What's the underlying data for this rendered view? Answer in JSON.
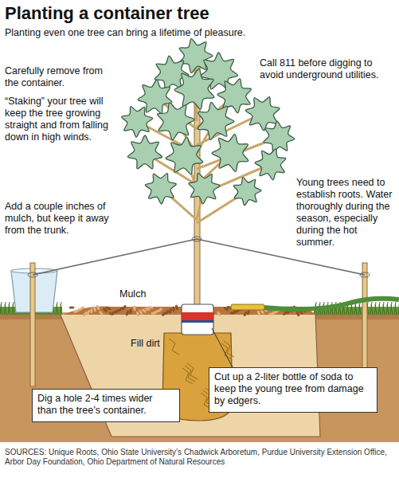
{
  "diagram": {
    "title": "Planting a container tree",
    "nodes": [
      {
        "text": [
          "Dig a hole 2-4 times wider than the tree’s container."
        ]
      },
      {
        "text": [
          "Cut up a 2-liter bottle of soda to keep the young tree from damage by edgers."
        ]
      }
    ],
    "labels": [
      "Planting even one tree can bring a lifetime of pleasure.",
      "Carefully remove from the container.",
      "“Staking” your tree will keep the tree growing straight and from falling down in high winds.",
      "Add a couple inches of mulch, but keep it away from the trunk.",
      "Call 811 before digging to avoid underground utilities.",
      "Young trees need to establish roots. Water thoroughly during the season, especially during the hot summer.",
      "Mulch",
      "Fill dirt",
      "SOURCES: Unique Roots, Ohio State University’s Chadwick Arboretum, Purdue University Extension Office, Arbor Day Foundation, Ohio Department of Natural Resources"
    ]
  }
}
